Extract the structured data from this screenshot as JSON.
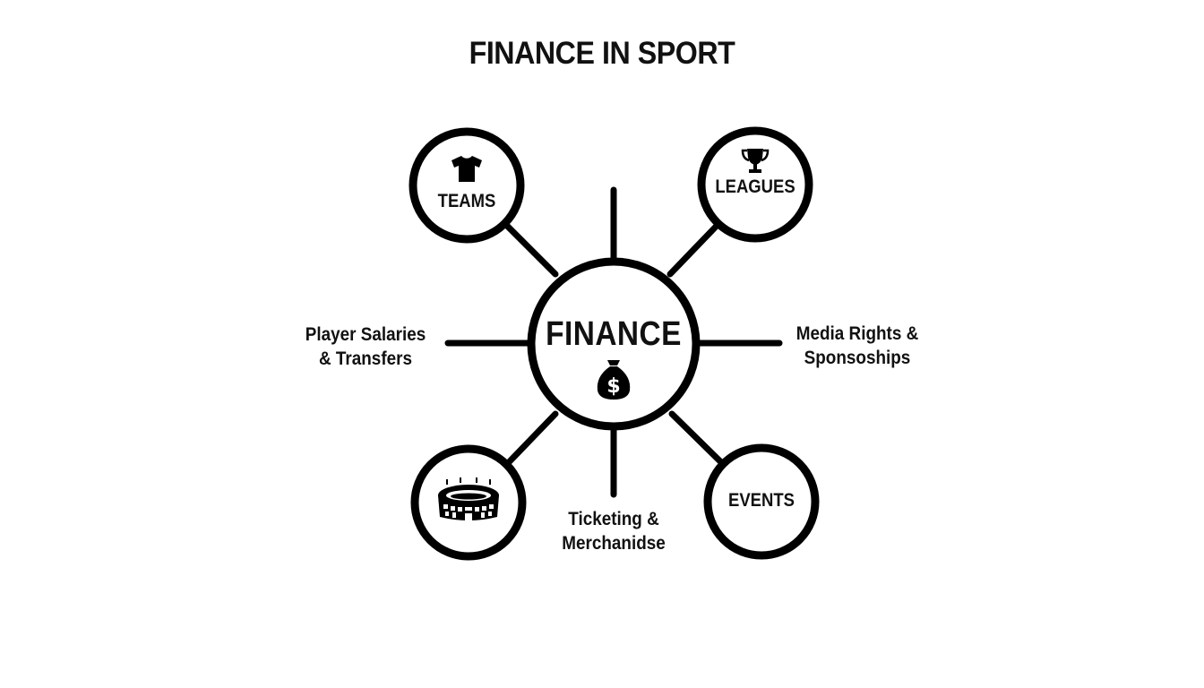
{
  "title": "FINANCE IN SPORT",
  "center": {
    "label": "FINANCE",
    "icon": "money-bag-icon"
  },
  "nodes": [
    {
      "id": "teams",
      "label": "TEAMS",
      "icon": "tshirt-icon"
    },
    {
      "id": "leagues",
      "label": "LEAGUES",
      "icon": "trophy-icon"
    },
    {
      "id": "venues",
      "label": "",
      "icon": "stadium-icon"
    },
    {
      "id": "events",
      "label": "EVENTS",
      "icon": ""
    }
  ],
  "spoke_labels": {
    "left": {
      "line1": "Player Salaries",
      "line2": "& Transfers"
    },
    "right": {
      "line1": "Media Rights &",
      "line2": "Sponsoships"
    },
    "bottom": {
      "line1": "Ticketing &",
      "line2": "Merchanidse"
    }
  },
  "colors": {
    "stroke": "#000000",
    "background": "#ffffff",
    "text": "#111111"
  }
}
